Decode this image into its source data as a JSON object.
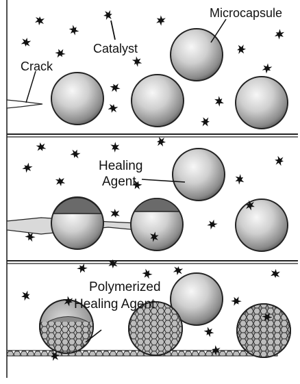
{
  "panels": [
    {
      "labels": {
        "microcapsule": "Microcapsule",
        "catalyst": "Catalyst",
        "crack": "Crack"
      }
    },
    {
      "labels": {
        "healing_agent_line1": "Healing",
        "healing_agent_line2": "Agent"
      }
    },
    {
      "labels": {
        "polymerized_line1": "Polymerized",
        "polymerized_line2": "Healing Agent"
      }
    }
  ],
  "colors": {
    "capsule_light": "#f2f2f2",
    "capsule_mid": "#bdbdbd",
    "capsule_dark": "#6e6e6e",
    "ink": "#111111",
    "background": "#ffffff"
  },
  "icons": {
    "catalyst_particle": "catalyst-particle-icon"
  }
}
